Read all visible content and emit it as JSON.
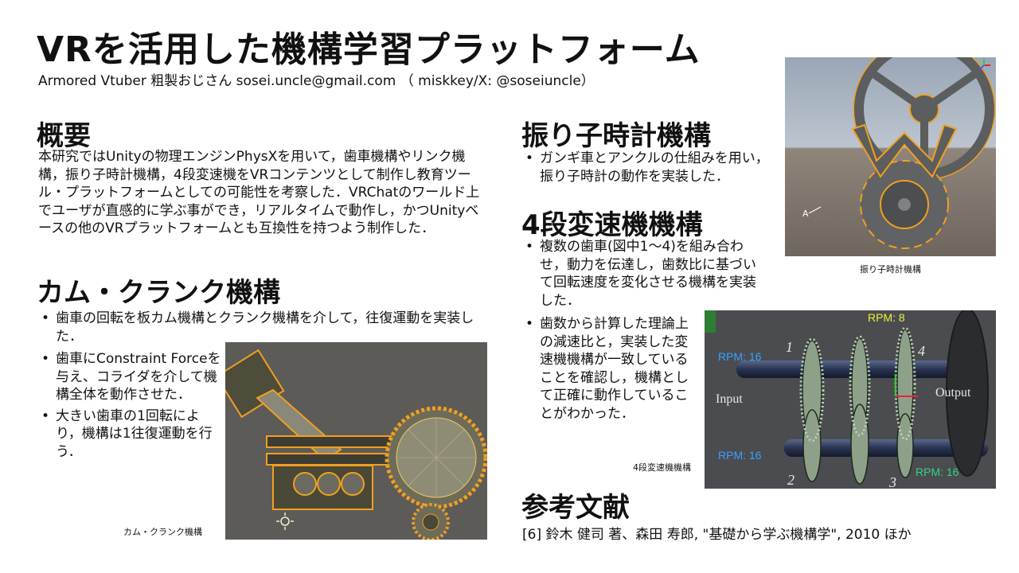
{
  "header": {
    "title": "VRを活用した機構学習プラットフォーム",
    "author": "Armored Vtuber 粗製おじさん sosei.uncle@gmail.com （ miskkey/X: @soseiuncle）"
  },
  "overview": {
    "heading": "概要",
    "text": "本研究ではUnityの物理エンジンPhysXを用いて，歯車機構やリンク機構，振り子時計機構，4段変速機をVRコンテンツとして制作し教育ツール・プラットフォームとしての可能性を考察した．VRChatのワールド上でユーザが直感的に学ぶ事ができ，リアルタイムで動作し，かつUnityベースの他のVRプラットフォームとも互換性を持つよう制作した．"
  },
  "cam": {
    "heading": "カム・クランク機構",
    "bullets": [
      "歯車の回転を板カム機構とクランク機構を介して，往復運動を実装した．",
      "歯車にConstraint Forceを与え、コライダを介して機構全体を動作させた．",
      "大きい歯車の1回転により，機構は1往復運動を行う．"
    ],
    "caption": "カム・クランク機構"
  },
  "pendulum": {
    "heading": "振り子時計機構",
    "bullets": [
      "ガンギ車とアンクルの仕組みを用い，振り子時計の動作を実装した．"
    ],
    "caption": "振り子時計機構",
    "figure_label": "A"
  },
  "transmission": {
    "heading": "4段変速機機構",
    "bullets": [
      "複数の歯車(図中1～4)を組み合わせ，動力を伝達し，歯数比に基づいて回転速度を変化させる機構を実装した．",
      "歯数から計算した理論上の減速比と，実装した変速機機構が一致していることを確認し，機構として正確に動作していることがわかった．"
    ],
    "caption": "4段変速機機構",
    "figure": {
      "rpm_top": "RPM: 8",
      "rpm_left_top": "RPM: 16",
      "rpm_left_bottom": "RPM: 16",
      "rpm_right_bottom": "RPM: 16",
      "input_label": "Input",
      "output_label": "Output",
      "gear_labels": [
        "1",
        "2",
        "3",
        "4"
      ]
    }
  },
  "references": {
    "heading": "参考文献",
    "text": "[6] 鈴木 健司 著、森田 寿郎, \"基礎から学ぶ機構学\", 2010 ほか"
  },
  "colors": {
    "rpm_yellow": "#f2ee3a",
    "rpm_blue": "#3aa0ff",
    "rpm_green": "#3ad08a",
    "selection_orange": "#f0a020",
    "scene_gray": "#5a5956"
  }
}
